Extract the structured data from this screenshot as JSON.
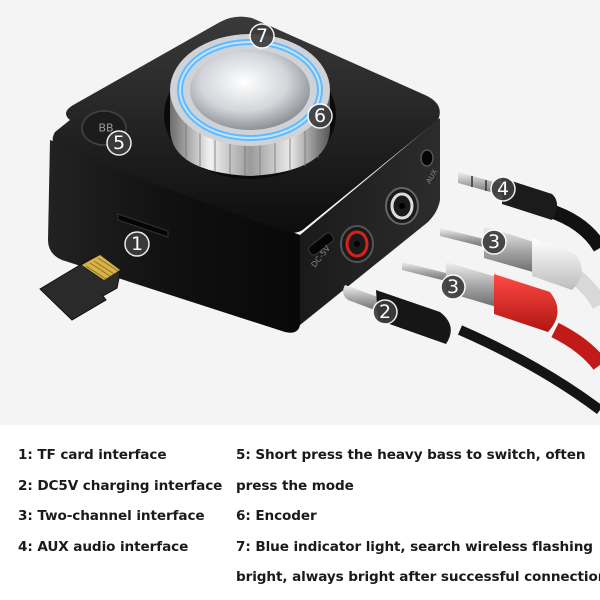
{
  "legend": {
    "left": [
      "1: TF card interface",
      "2: DC5V charging interface",
      "3: Two-channel interface",
      "4: AUX audio interface"
    ],
    "right": [
      "5: Short press the heavy bass to switch, often",
      "press the mode",
      "6: Encoder",
      "7: Blue indicator light, search wireless flashing",
      "bright, always bright after successful connection"
    ]
  },
  "badges": [
    "1",
    "2",
    "3",
    "3",
    "4",
    "5",
    "6",
    "7"
  ],
  "device": {
    "bass_button_label": "BB",
    "port_label": "DC-5V",
    "aux_label": "AUX"
  },
  "colors": {
    "badge": "#3d3d3d",
    "knob_ring": "#5ab8ff",
    "rca_red": "#d8211f",
    "rca_white": "#e0e0e0",
    "device_body": "#161616",
    "sd_contacts": "#d8b34a"
  }
}
